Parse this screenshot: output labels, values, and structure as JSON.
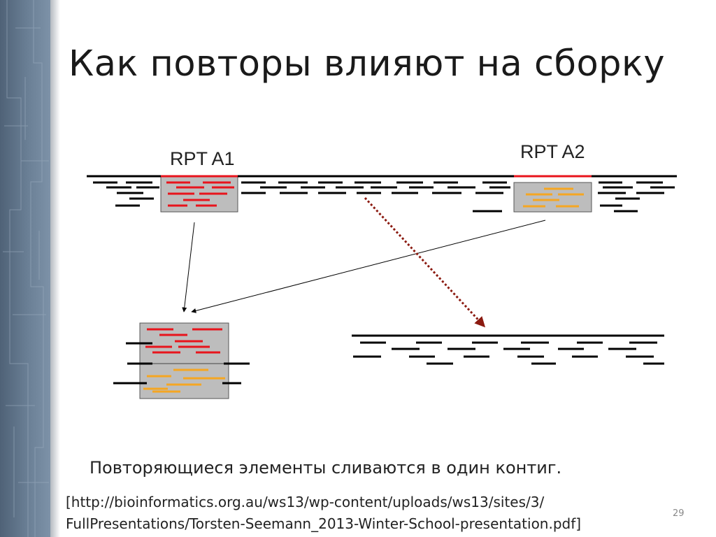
{
  "slide": {
    "title": "Как повторы влияют на сборку",
    "caption": "Повторяющиеся элементы сливаются в один контиг.",
    "reference_line1": "[http://bioinformatics.org.au/ws13/wp-content/uploads/ws13/sites/3/",
    "reference_line2": "FullPresentations/Torsten-Seemann_2013-Winter-School-presentation.pdf]",
    "page_number": "29"
  },
  "diagram": {
    "repeat_a1_label": "RPT A1",
    "repeat_a2_label": "RPT A2",
    "colors": {
      "read": "#000000",
      "repeat_a1": "#e8141c",
      "repeat_a2": "#f5a623",
      "box_fill": "#bdbdbd",
      "arrow_thin": "#000000",
      "arrow_dotted": "#8b1a10"
    }
  }
}
